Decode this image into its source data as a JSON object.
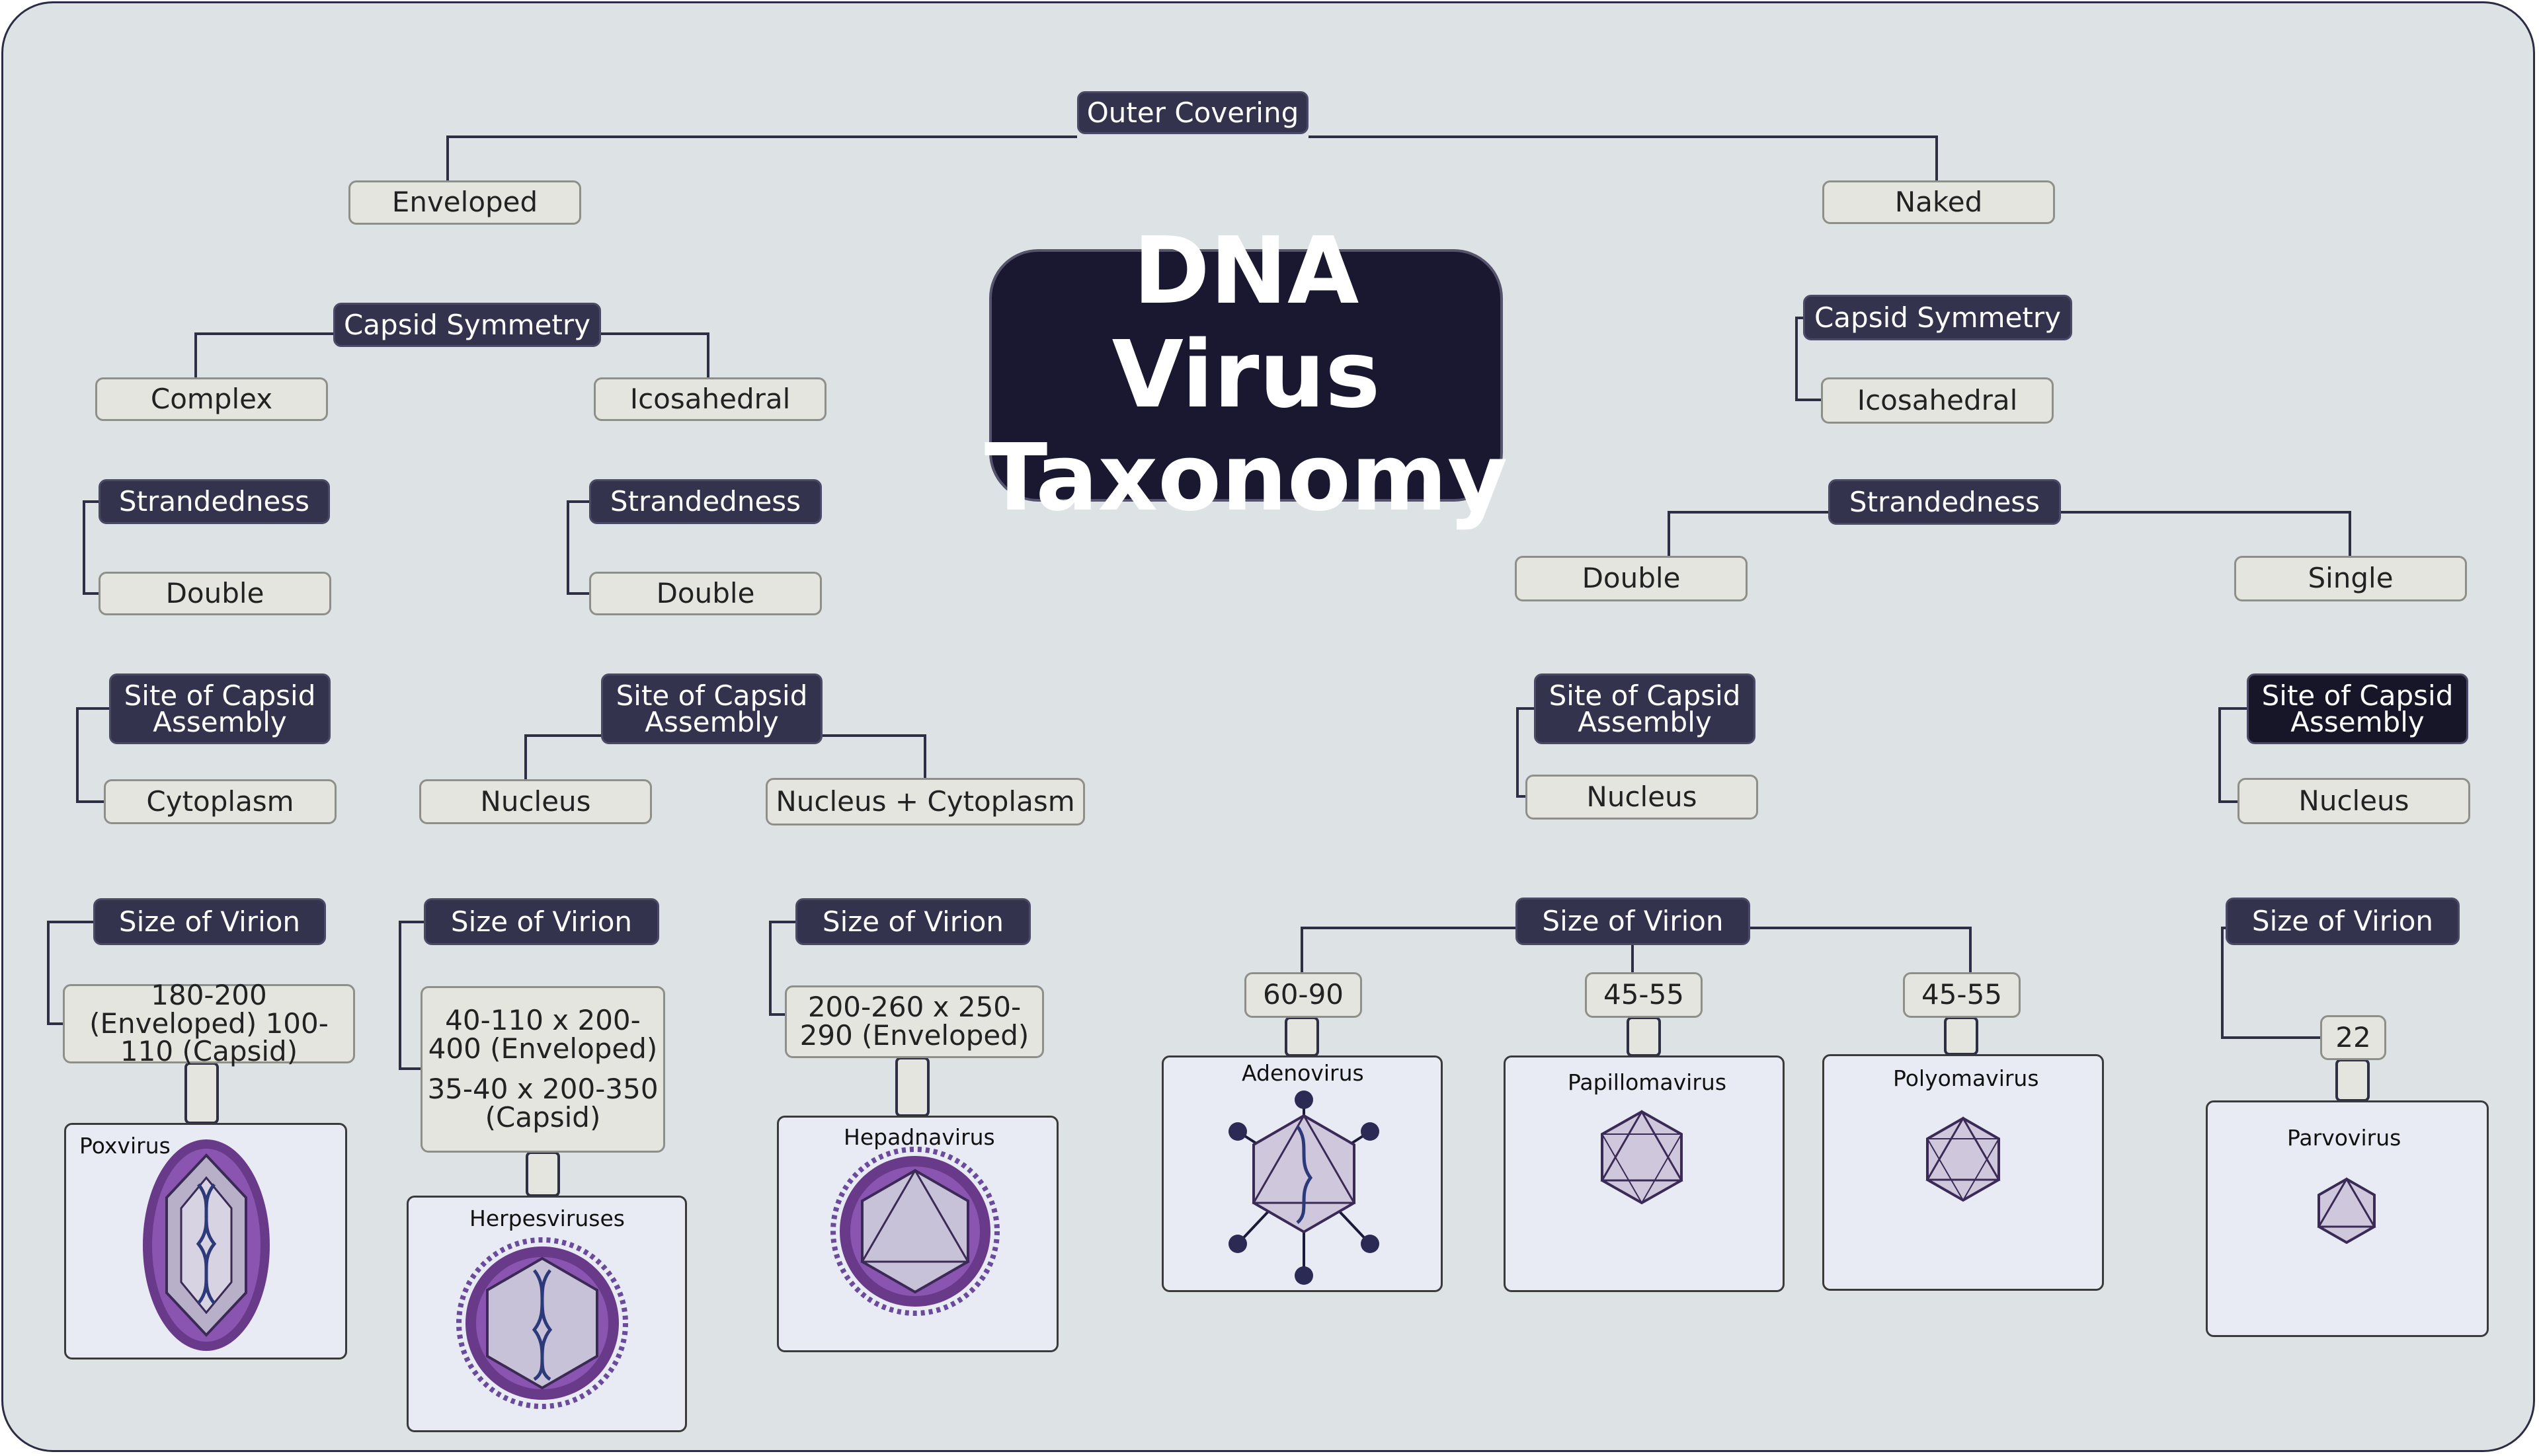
{
  "title": {
    "line1": "DNA Virus",
    "line2": "Taxonomy"
  },
  "outer_covering": {
    "label": "Outer Covering",
    "options": [
      "Enveloped",
      "Naked"
    ]
  },
  "enveloped": {
    "capsid_symmetry": {
      "label": "Capsid Symmetry",
      "options": [
        "Complex",
        "Icosahedral"
      ]
    },
    "complex": {
      "strandedness": {
        "label": "Strandedness",
        "value": "Double"
      },
      "site_of_capsid_assembly": {
        "label": "Site of Capsid Assembly",
        "value": "Cytoplasm"
      },
      "size_of_virion": {
        "label": "Size of Virion",
        "value": "180-200 (Enveloped) 100-110 (Capsid)"
      },
      "virus": "Poxvirus"
    },
    "icosahedral": {
      "strandedness": {
        "label": "Strandedness",
        "value": "Double"
      },
      "site_of_capsid_assembly": {
        "label": "Site of Capsid Assembly",
        "options": [
          "Nucleus",
          "Nucleus + Cytoplasm"
        ]
      },
      "nucleus": {
        "size_of_virion": {
          "label": "Size of Virion",
          "value_line1": "40-110 x 200-400 (Enveloped)",
          "value_line2": "35-40 x 200-350 (Capsid)"
        },
        "virus": "Herpesviruses"
      },
      "nucleus_cytoplasm": {
        "size_of_virion": {
          "label": "Size of Virion",
          "value": "200-260 x 250-290 (Enveloped)"
        },
        "virus": "Hepadnavirus"
      }
    }
  },
  "naked": {
    "capsid_symmetry": {
      "label": "Capsid Symmetry",
      "value": "Icosahedral"
    },
    "strandedness": {
      "label": "Strandedness",
      "options": [
        "Double",
        "Single"
      ]
    },
    "double": {
      "site_of_capsid_assembly": {
        "label": "Site of Capsid Assembly",
        "value": "Nucleus"
      },
      "size_of_virion": {
        "label": "Size of Virion",
        "values": [
          "60-90",
          "45-55",
          "45-55"
        ]
      },
      "viruses": [
        "Adenovirus",
        "Papillomavirus",
        "Polyomavirus"
      ]
    },
    "single": {
      "site_of_capsid_assembly": {
        "label": "Site of Capsid Assembly",
        "value": "Nucleus"
      },
      "size_of_virion": {
        "label": "Size of Virion",
        "value": "22"
      },
      "virus": "Parvovirus"
    }
  },
  "colors": {
    "background": "#dde3e4",
    "header_box": "#34334e",
    "value_box": "#e5e5e0",
    "title_box": "#191830",
    "virus_purple": "#7a3f9a",
    "virus_pane": "#e8ebf4"
  }
}
